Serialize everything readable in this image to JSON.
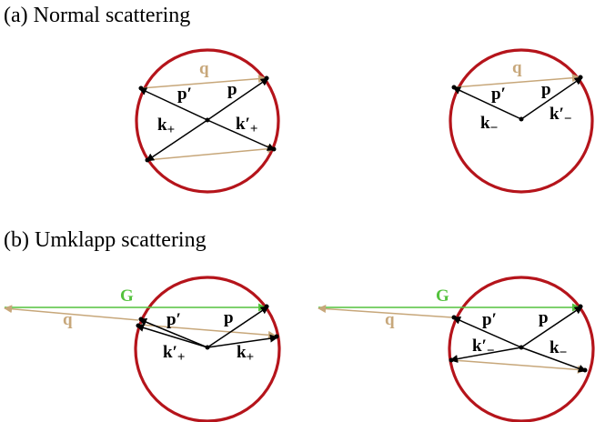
{
  "headings": {
    "normal": "(a) Normal scattering",
    "umklapp": "(b) Umklapp scattering"
  },
  "colors": {
    "circle": "#b5141b",
    "vector": "#000000",
    "q": "#c7a77a",
    "G": "#54c23d"
  },
  "labels": {
    "q": "q",
    "G": "G",
    "p": "p",
    "p_prime": "p′",
    "k": "k",
    "k_prime": "k′",
    "plus": "+",
    "minus": "−"
  }
}
